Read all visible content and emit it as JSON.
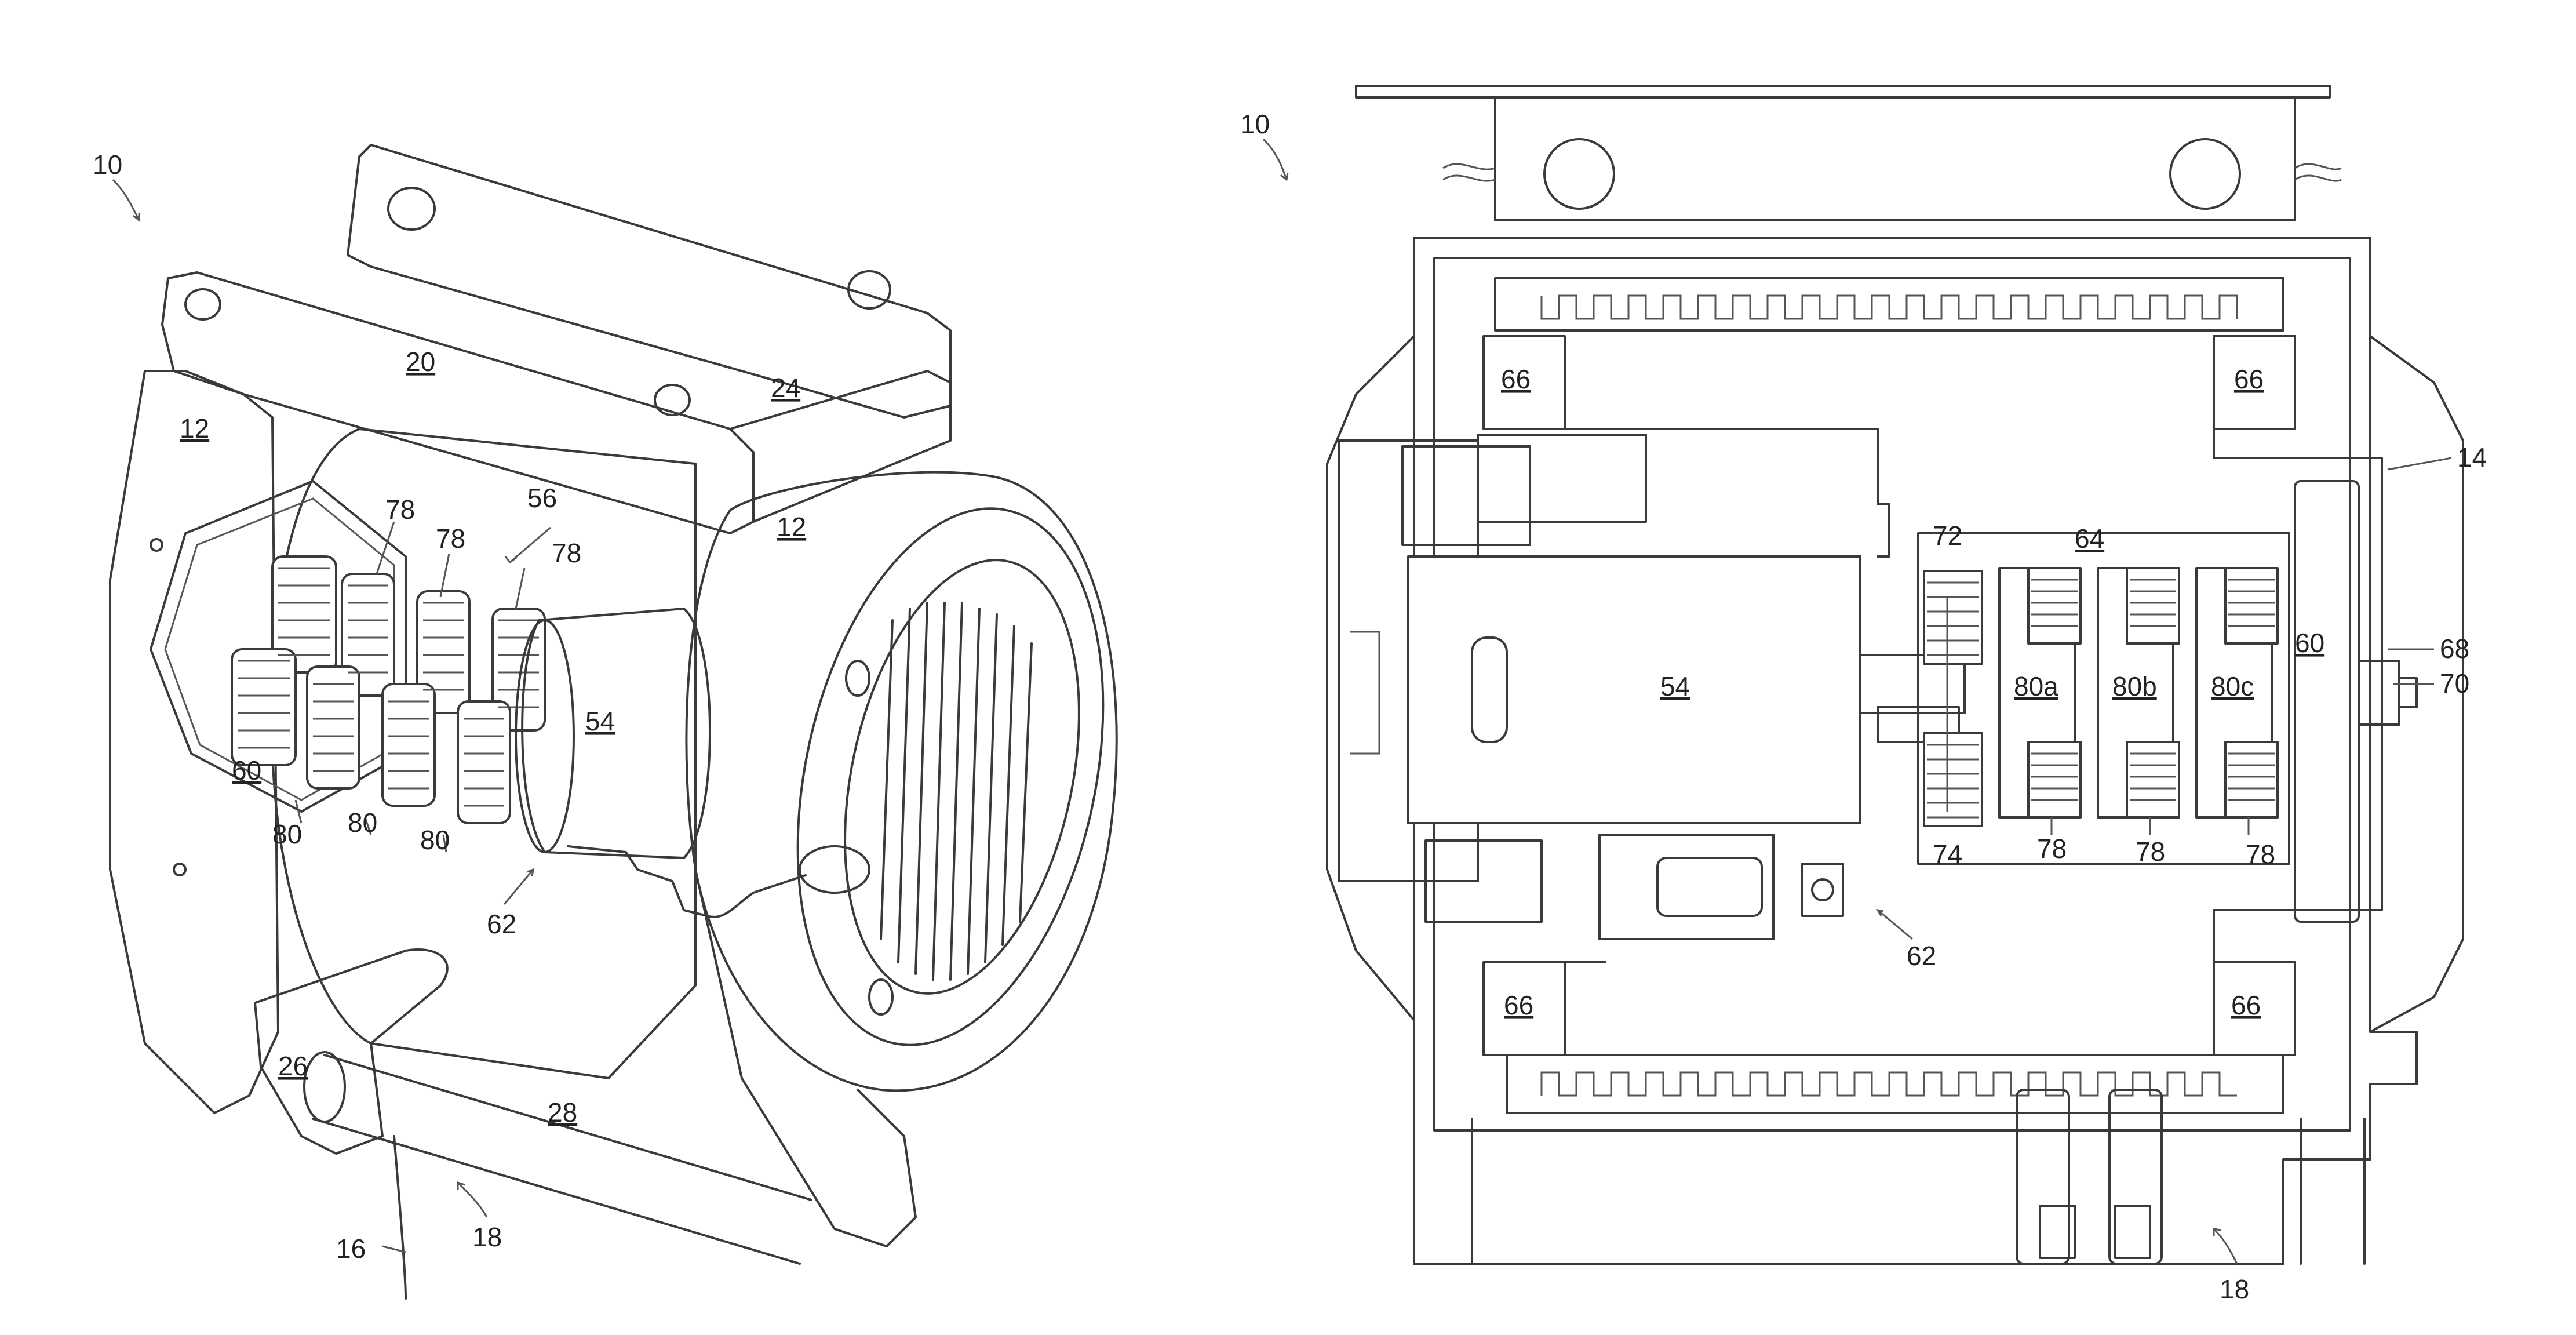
{
  "figure_left": {
    "labels": {
      "l10": "10",
      "l20": "20",
      "l24": "24",
      "l12a": "12",
      "l12b": "12",
      "l56": "56",
      "l78a": "78",
      "l78b": "78",
      "l78c": "78",
      "l54": "54",
      "l60": "60",
      "l80a": "80",
      "l80b": "80",
      "l80c": "80",
      "l62": "62",
      "l26": "26",
      "l28": "28",
      "l16": "16",
      "l18": "18"
    }
  },
  "figure_right": {
    "labels": {
      "r10": "10",
      "r66a": "66",
      "r66b": "66",
      "r66c": "66",
      "r66d": "66",
      "r14": "14",
      "r72": "72",
      "r64": "64",
      "r54": "54",
      "r80a": "80a",
      "r80b": "80b",
      "r80c": "80c",
      "r60": "60",
      "r68": "68",
      "r70": "70",
      "r74": "74",
      "r78a": "78",
      "r78b": "78",
      "r78c": "78",
      "r62": "62",
      "r18": "18"
    }
  }
}
